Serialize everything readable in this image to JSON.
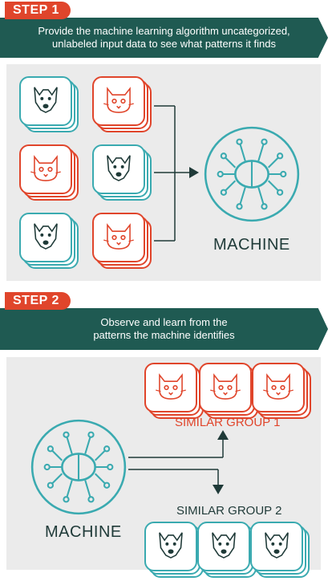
{
  "step1": {
    "tag": "STEP 1",
    "description_line1": "Provide the machine learning algorithm uncategorized,",
    "description_line2": "unlabeled input data to see what patterns it finds",
    "machine_label": "MACHINE",
    "cards": [
      {
        "icon": "dog-icon",
        "color": "teal"
      },
      {
        "icon": "cat-icon",
        "color": "red"
      },
      {
        "icon": "cat-icon",
        "color": "red"
      },
      {
        "icon": "dog-icon",
        "color": "teal"
      },
      {
        "icon": "dog-icon",
        "color": "teal"
      },
      {
        "icon": "cat-icon",
        "color": "red"
      }
    ]
  },
  "step2": {
    "tag": "STEP 2",
    "description_line1": "Observe and learn from the",
    "description_line2": "patterns the machine identifies",
    "machine_label": "MACHINE",
    "group1_label": "SIMILAR GROUP 1",
    "group2_label": "SIMILAR GROUP 2"
  },
  "colors": {
    "teal": "#3aaab0",
    "red": "#e0452b",
    "banner": "#1f5a52",
    "panel": "#ebebeb"
  }
}
